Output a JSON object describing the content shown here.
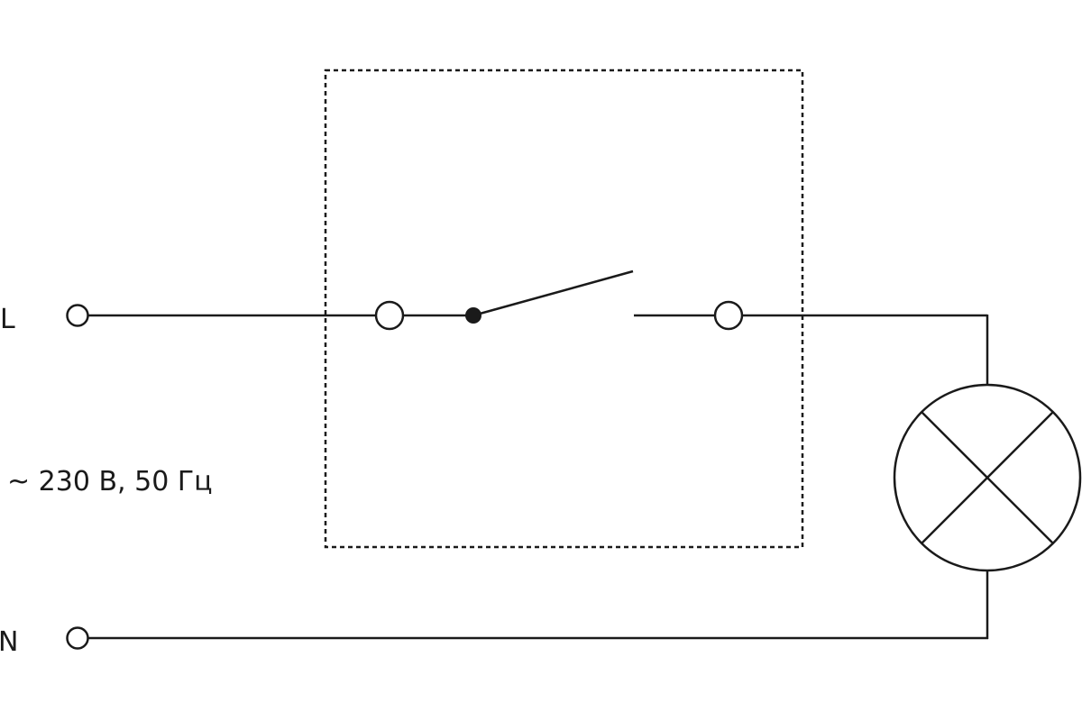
{
  "labels": {
    "line": "L",
    "neutral": "N",
    "supply": "~ 230 В, 50 Гц"
  },
  "colors": {
    "stroke": "#1a1a1a",
    "background": "#ffffff"
  }
}
